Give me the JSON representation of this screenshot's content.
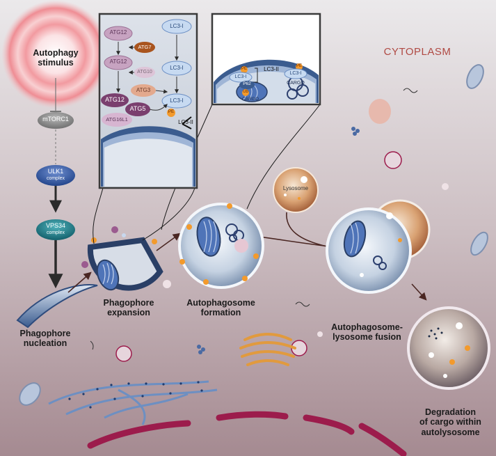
{
  "labels": {
    "cytoplasm": "CYTOPLASM",
    "stimulus": "Autophagy\nstimulus",
    "mtorc1": "mTORC1",
    "ulk1": "ULK1",
    "ulk1_sub": "complex",
    "vps34": "VPS34",
    "vps34_sub": "complex",
    "nucleation": "Phagophore\nnucleation",
    "expansion": "Phagophore\nexpansion",
    "formation": "Autophagosome\nformation",
    "fusion": "Autophagosome-\nlysosome fusion",
    "degradation": "Degradation\nof cargo within\nautolysosome",
    "lysosome": "Lysosome"
  },
  "inset_left": {
    "atg12_a": "ATG12",
    "atg7": "ATG7",
    "atg12_b": "ATG12",
    "atg10": "ATG10",
    "atg3": "ATG3",
    "atg12_c": "ATG12",
    "atg5": "ATG5",
    "atg16l1": "ATG16L1",
    "lc3_a": "LC3-I",
    "lc3_b": "LC3-I",
    "lc3_c": "LC3-I",
    "pe": "PE",
    "lc3ii": "LC3-II"
  },
  "inset_right": {
    "pe_a": "PE",
    "lc3_a": "LC3-I",
    "lc3ii": "LC3-II",
    "p62": "P62",
    "ub": "Ub",
    "pe_b": "PE",
    "lc3_b": "LC3-I",
    "cargo_a": "CARGO",
    "cargo_b": "CARGO"
  },
  "colors": {
    "background_top": "#e6e3e5",
    "background_bottom": "#a88d93",
    "inset_border": "#3a3a3a",
    "atg_purple": "#7a3f6e",
    "atg7_orange": "#a9541e",
    "lc3_blue": "#c7daf1",
    "pe_orange": "#f39a2c",
    "organelle_crimson": "#9c1c4c",
    "cytoplasm_text": "#b04a44"
  }
}
